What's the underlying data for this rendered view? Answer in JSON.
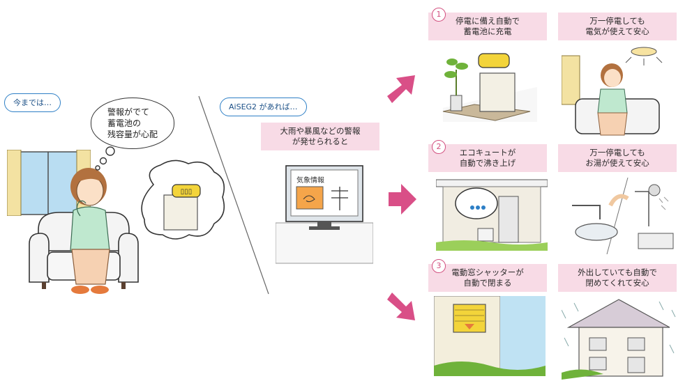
{
  "left": {
    "before_pill": "今までは…",
    "worry_bubble": "警報がでて\n蓄電池の\n残容量が心配",
    "battery_display": "▯▯▯"
  },
  "middle": {
    "after_pill": "AiSEG2 があれば…",
    "alert_label": "大雨や暴風などの警報\nが発せられると",
    "tv_screen_text": "気象情報"
  },
  "right": {
    "rows": [
      {
        "number": "1",
        "action": "停電に備え自動で\n蓄電池に充電",
        "benefit": "万一停電しても\n電気が使えて安心"
      },
      {
        "number": "2",
        "action": "エコキュートが\n自動で沸き上げ",
        "benefit": "万一停電しても\nお湯が使えて安心"
      },
      {
        "number": "3",
        "action": "電動窓シャッターが\n自動で閉まる",
        "benefit": "外出していても自動で\n閉めてくれて安心"
      }
    ]
  },
  "colors": {
    "pink_label": "#f8dbe6",
    "arrow": "#d94f87",
    "pill_border": "#2d7fc6",
    "number_circle": "#d24f7f"
  }
}
